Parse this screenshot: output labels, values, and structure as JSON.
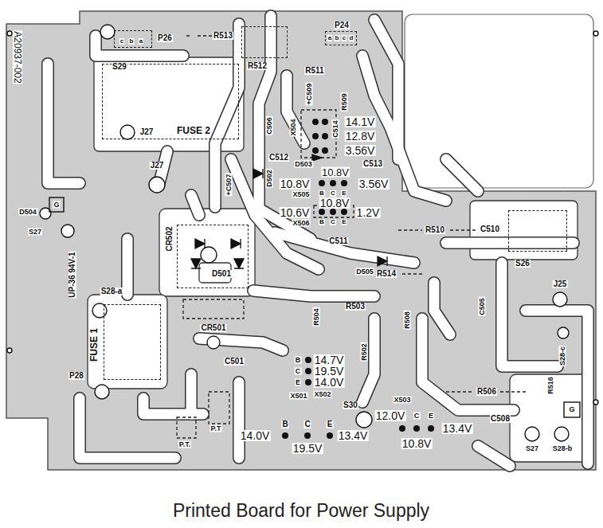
{
  "diagram": {
    "caption": "Printed Board for Power Supply",
    "nodes": [
      {
        "text": [
          "P26"
        ]
      },
      {
        "text": [
          "R512"
        ]
      },
      {
        "text": [
          "P24"
        ]
      },
      {
        "text": [
          "FUSE 2"
        ]
      },
      {
        "text": [
          "D501"
        ]
      },
      {
        "text": [
          "S26"
        ]
      },
      {
        "text": [
          "FUSE 1"
        ]
      }
    ],
    "labels": [
      "A20937-002",
      "c",
      "b",
      "a",
      "S29",
      "R513",
      "R511",
      "a",
      "b",
      "c",
      "d",
      "J27",
      "+C509",
      "X504",
      "R509",
      "C514",
      "C506",
      "14.1V",
      "12.8V",
      "3.56V",
      "C512",
      "D503",
      "C513",
      "10.8V",
      "D502",
      "+C507",
      "J27",
      "10.8V",
      "X505",
      "B",
      "C",
      "E",
      "3.56V",
      "10.8V",
      "10.6V",
      "X506",
      "B",
      "C",
      "E",
      "1.2V",
      "R510",
      "C510",
      "G",
      "D504",
      "S27",
      "CR502",
      "C511",
      "D505",
      "R514",
      "J25",
      "UP-36 94V-1",
      "S28-a",
      "R503",
      "R504",
      "R508",
      "C505",
      "CR501",
      "R502",
      "S28-c",
      "C501",
      "P28",
      "B",
      "14.7V",
      "C",
      "19.5V",
      "E",
      "14.0V",
      "X501",
      "X502",
      "R506",
      "R516",
      "S30",
      "X503",
      "12.0V",
      "C",
      "E",
      "C508",
      "G",
      "P.T",
      "P.T.",
      "B",
      "C",
      "E",
      "14.0V",
      "19.5V",
      "13.4V",
      "10.8V",
      "13.4V",
      "S27",
      "S28-b"
    ]
  }
}
